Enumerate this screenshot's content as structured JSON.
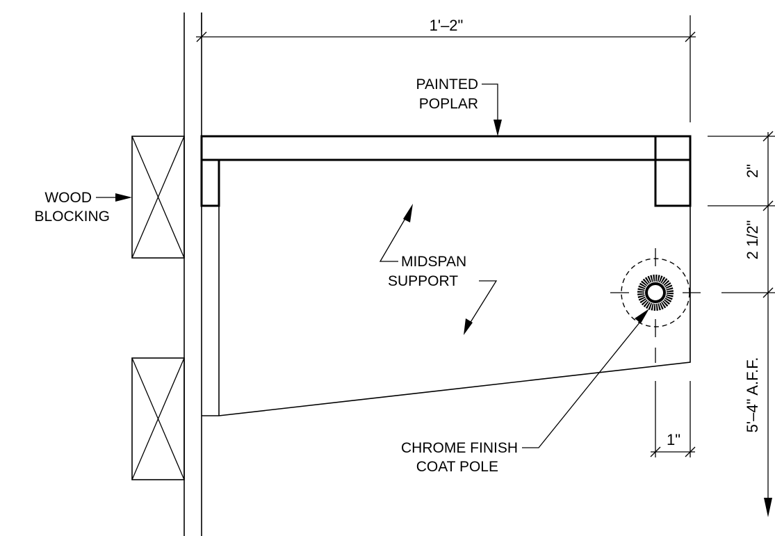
{
  "labels": {
    "painted_poplar_line1": "PAINTED",
    "painted_poplar_line2": "POPLAR",
    "wood_blocking_line1": "WOOD",
    "wood_blocking_line2": "BLOCKING",
    "midspan_support_line1": "MIDSPAN",
    "midspan_support_line2": "SUPPORT",
    "chrome_finish_line1": "CHROME  FINISH",
    "chrome_finish_line2": "COAT  POLE"
  },
  "dimensions": {
    "overall_width": "1'–2\"",
    "pole_offset": "1\"",
    "shelf_thickness": "2\"",
    "pole_drop": "2  1/2\"",
    "pole_height": "5'–4\"  A.F.F."
  }
}
